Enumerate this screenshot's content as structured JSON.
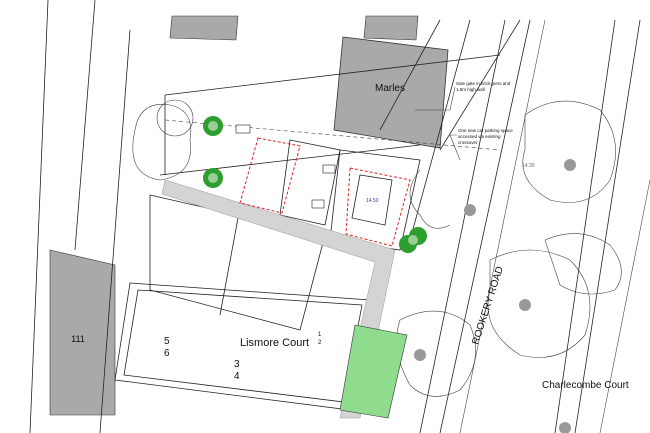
{
  "buildings": {
    "marles": "Marles",
    "lismore_court": "Lismore Court",
    "charlecombe_court": "Charlecombe Court",
    "number_111": "111"
  },
  "road": "ROOKERY ROAD",
  "flat_numbers": {
    "a": "5",
    "b": "6",
    "c": "3",
    "d": "4",
    "e": "1",
    "f": "2"
  },
  "annotations": {
    "side_gate": [
      "Side gate in brick piers and",
      "1.8m high wall"
    ],
    "parking": [
      "One new car parking space",
      "accessed via existing",
      "crossover"
    ],
    "level_blue": "14.50",
    "level_road": "14.30"
  },
  "colors": {
    "building_fill": "#a9a9a9",
    "path_fill": "#d4d4d4",
    "green_area": "#8fdc8f",
    "tree_green": "#2e9e2e",
    "boundary_red": "#dd2222",
    "level_blue": "#2a3fa8"
  }
}
